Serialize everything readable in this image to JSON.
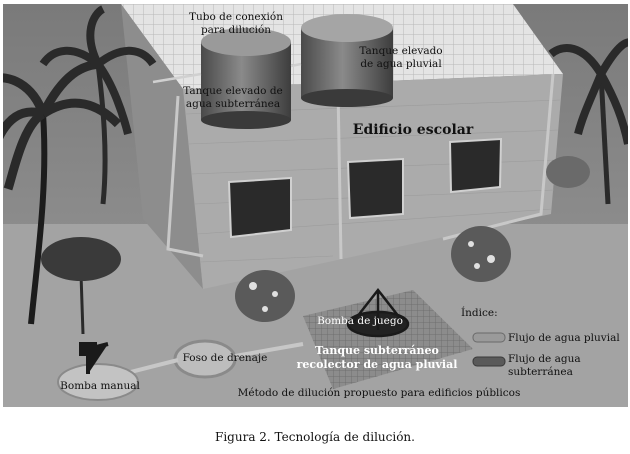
{
  "labels": {
    "tubo_conexion_1": "Tubo de conexión",
    "tubo_conexion_2": "para dilución",
    "tanque_pluvial_1": "Tanque elevado",
    "tanque_pluvial_2": "de agua pluvial",
    "tanque_subterranea_1": "Tanque elevado de",
    "tanque_subterranea_2": "agua subterránea",
    "edificio": "Edificio escolar",
    "bomba_juego": "Bomba de juego",
    "tanque_recolector_1": "Tanque subterráneo",
    "tanque_recolector_2": "recolector de agua pluvial",
    "foso": "Foso de drenaje",
    "bomba_manual": "Bomba manual",
    "metodo": "Método de dilución propuesto para edificios públicos"
  },
  "legend": {
    "title": "Índice:",
    "items": [
      {
        "label_1": "Flujo de agua pluvial",
        "label_2": ""
      },
      {
        "label_1": "Flujo de agua",
        "label_2": "subterránea"
      }
    ]
  },
  "caption": "Figura 2. Tecnología de dilución.",
  "colors": {
    "background": "#8f8f8f",
    "ground": "#a5a5a5",
    "wall": "#a9a9a9",
    "roof": "#e2e2e2",
    "pluvial_flow": "#9a9a9a",
    "subterranean_flow": "#5a5a5a"
  }
}
